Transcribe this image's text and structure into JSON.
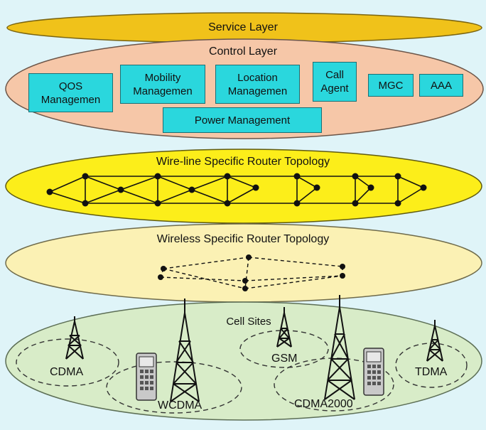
{
  "layers": {
    "service": "Service Layer",
    "control": "Control Layer",
    "wireline": "Wire-line Specific Router Topology",
    "wireless": "Wireless Specific Router Topology",
    "cells": "Cell Sites"
  },
  "control_boxes": {
    "qos": [
      "QOS",
      "Managemen"
    ],
    "mobility": [
      "Mobility",
      "Managemen"
    ],
    "location": [
      "Location",
      "Managemen"
    ],
    "call_agent": [
      "Call",
      "Agent"
    ],
    "mgc": "MGC",
    "aaa": "AAA",
    "power": "Power Management"
  },
  "technologies": {
    "cdma": "CDMA",
    "wcdma": "WCDMA",
    "gsm": "GSM",
    "cdma2000": "CDMA2000",
    "tdma": "TDMA"
  },
  "colors": {
    "service_layer": "#f0c21a",
    "control_layer": "#f6c7a8",
    "wireline_layer": "#fcee1a",
    "wireless_layer": "#fbf1b4",
    "cell_layer": "#d8ecc8",
    "control_box": "#2ad7dd"
  },
  "icons": [
    "tower-icon",
    "phone-icon",
    "router-node-icon"
  ]
}
